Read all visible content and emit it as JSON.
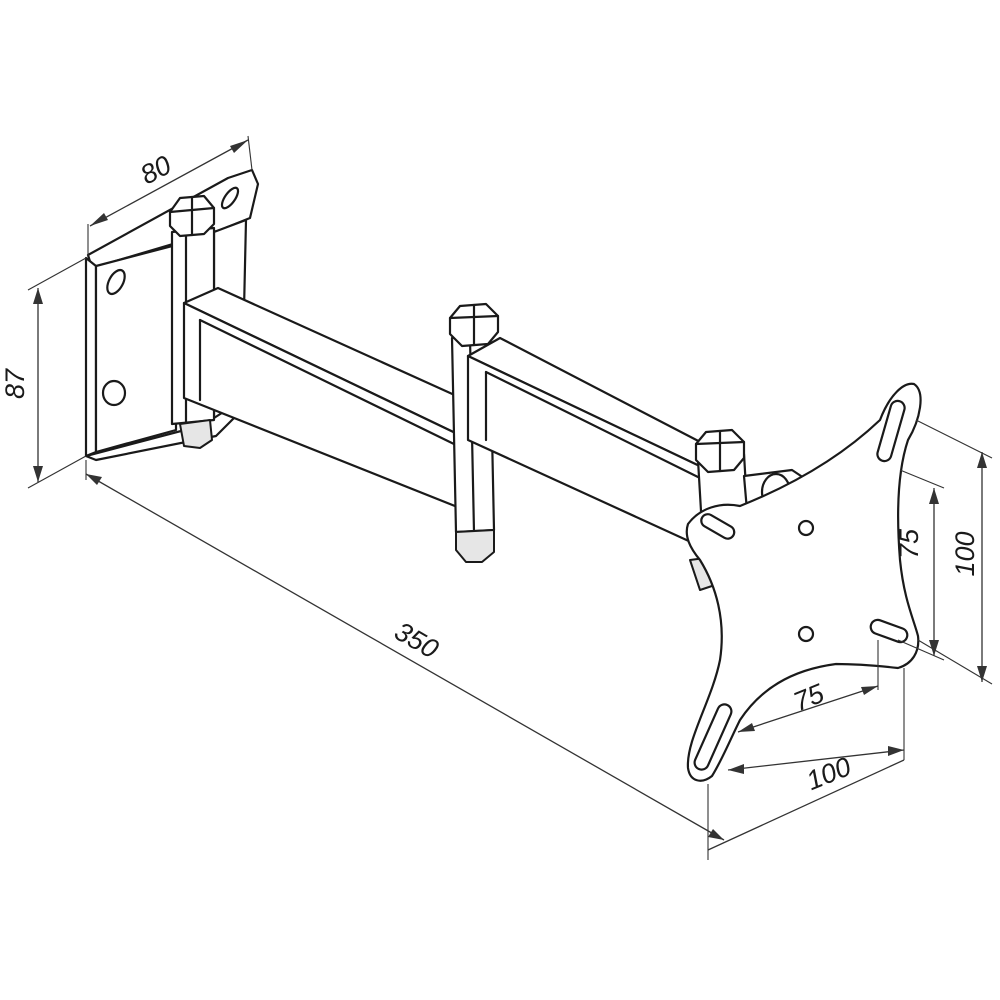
{
  "diagram": {
    "dimensions": {
      "wall_plate_width": "80",
      "wall_plate_height": "87",
      "arm_reach": "350",
      "vesa_horizontal_small": "75",
      "vesa_horizontal_large": "100",
      "vesa_vertical_small": "75",
      "vesa_vertical_large": "100"
    }
  }
}
